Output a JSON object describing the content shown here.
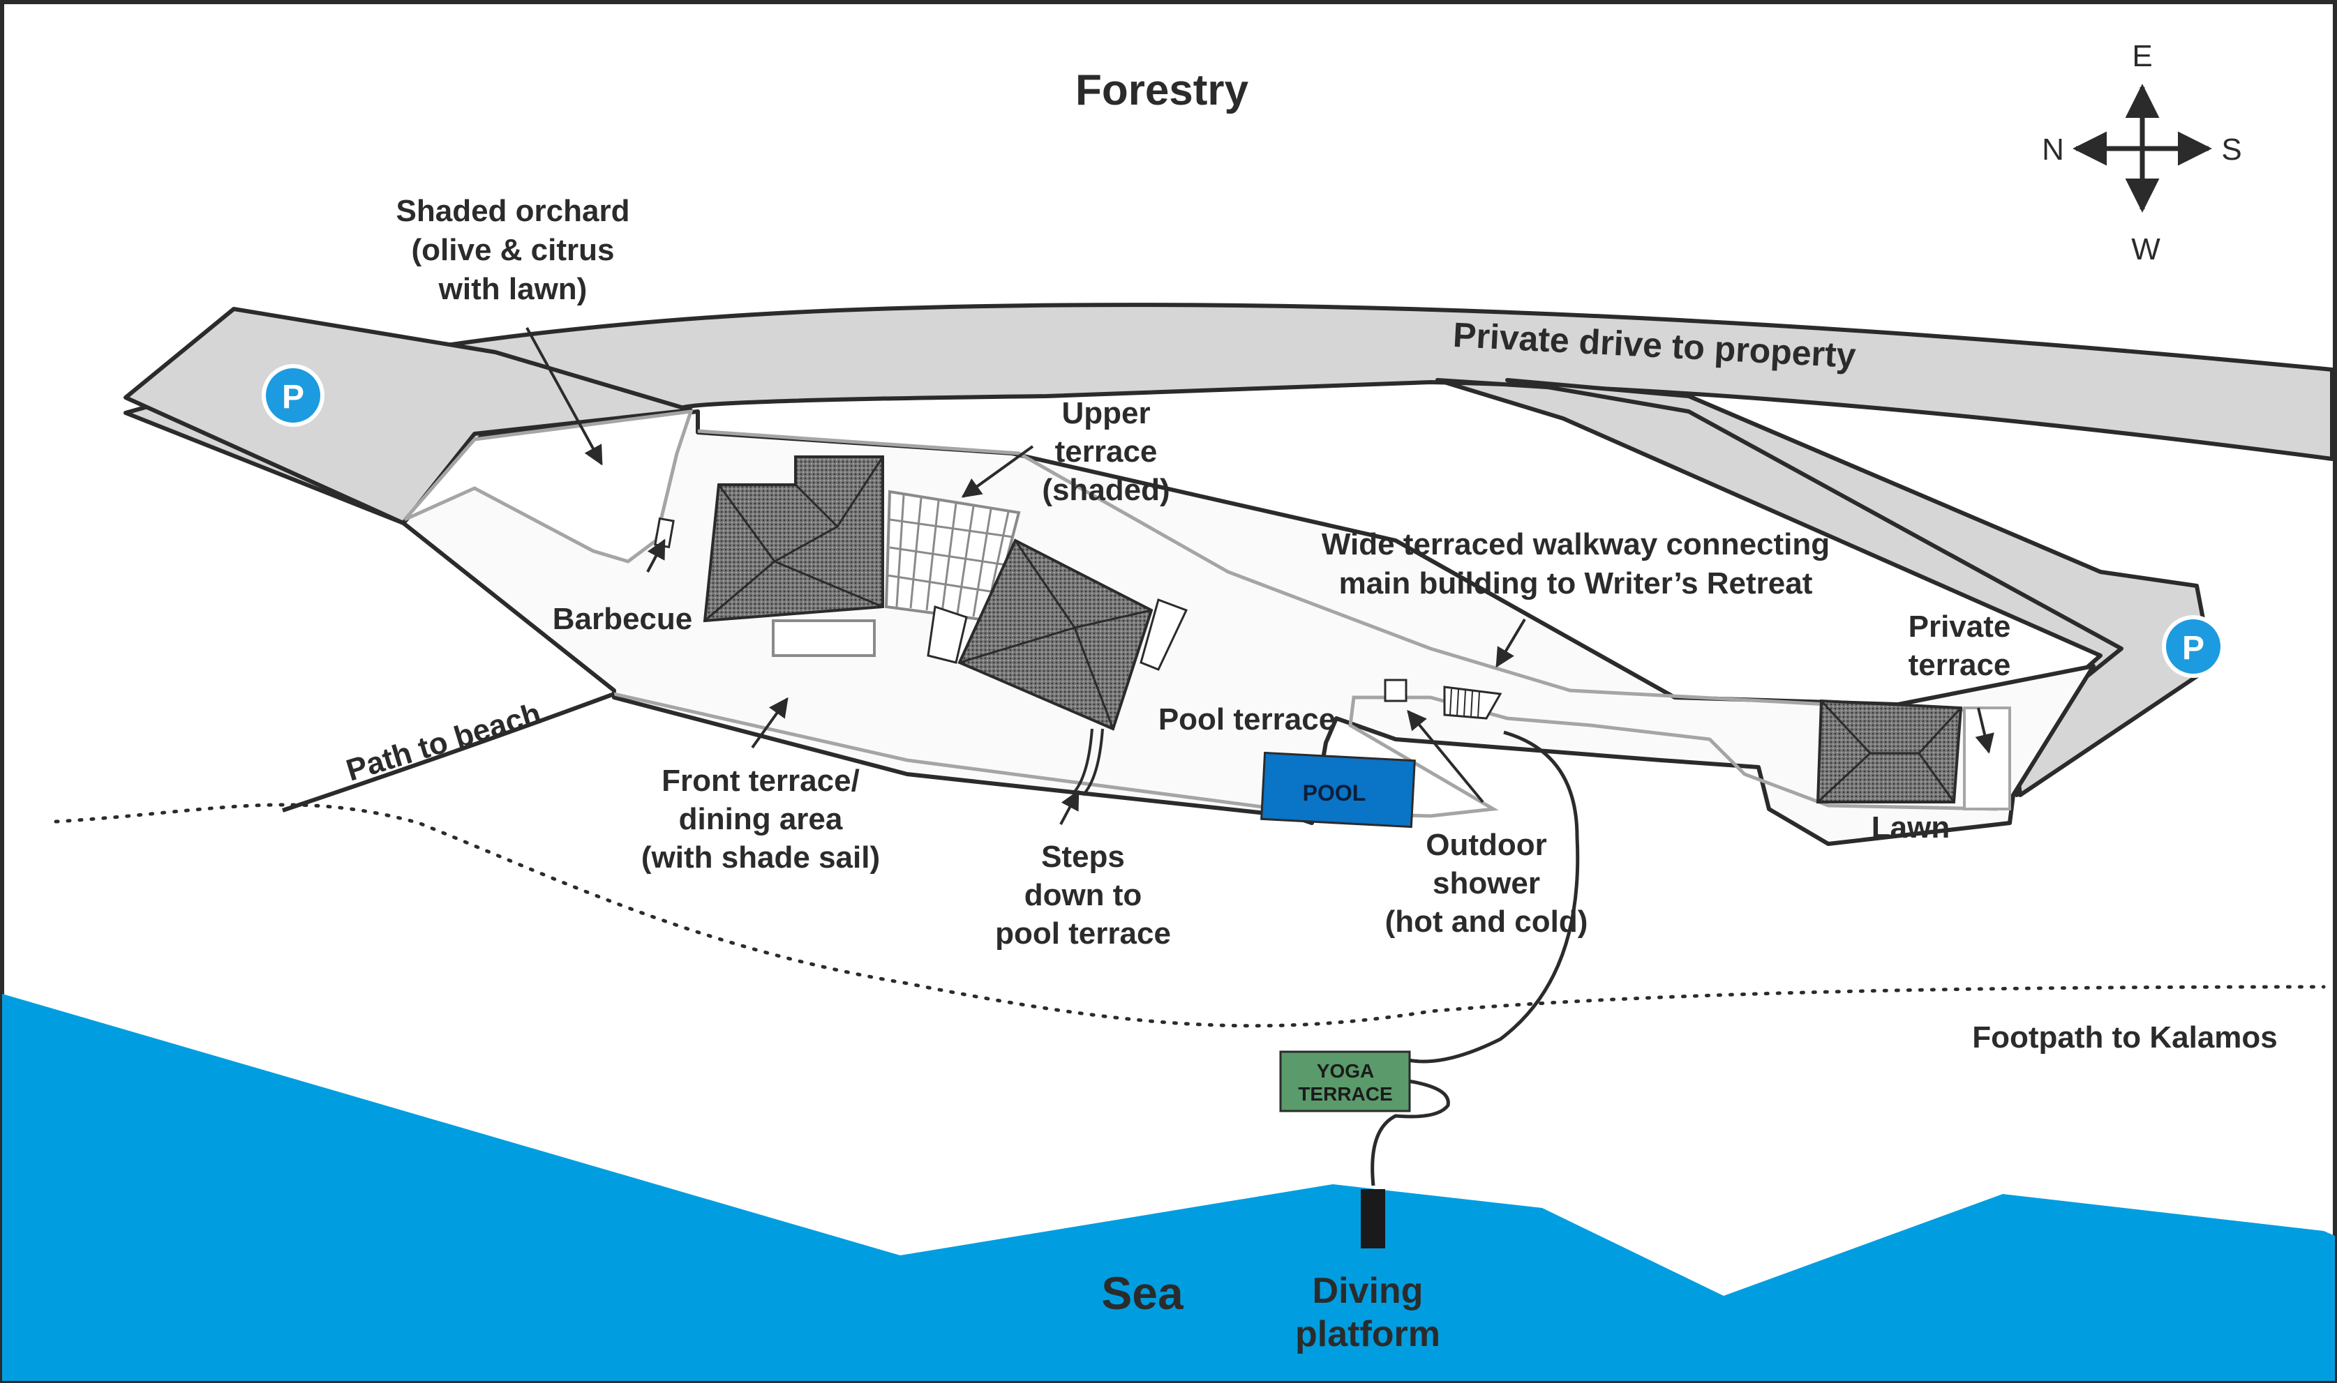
{
  "map": {
    "colors": {
      "sea": "#009ee0",
      "road": "#d6d6d6",
      "pool": "#0a74c6",
      "yoga": "#5a9a6b",
      "parking": "#1d9be0",
      "roof": "#6a6a6a",
      "outline": "#2b2b2b"
    },
    "labels": {
      "forestry": "Forestry",
      "private_drive": "Private drive to property",
      "orchard": [
        "Shaded orchard",
        "(olive & citrus",
        "with lawn)"
      ],
      "upper_terrace": [
        "Upper",
        "terrace",
        "(shaded)"
      ],
      "walkway": [
        "Wide terraced walkway connecting",
        "main building to Writer’s Retreat"
      ],
      "private_terrace": [
        "Private",
        "terrace"
      ],
      "barbecue": "Barbecue",
      "pool_terrace": "Pool terrace",
      "path_to_beach": "Path to beach",
      "front_terrace": [
        "Front terrace/",
        "dining area",
        "(with shade sail)"
      ],
      "steps": [
        "Steps",
        "down to",
        "pool terrace"
      ],
      "outdoor_shower": [
        "Outdoor",
        "shower",
        "(hot and cold)"
      ],
      "lawn": "Lawn",
      "footpath": "Footpath to Kalamos",
      "sea": "Sea",
      "diving": [
        "Diving",
        "platform"
      ],
      "pool": "POOL",
      "yoga": [
        "YOGA",
        "TERRACE"
      ],
      "parking": "P"
    },
    "compass": {
      "north": "N",
      "south": "S",
      "east": "E",
      "west": "W"
    }
  }
}
